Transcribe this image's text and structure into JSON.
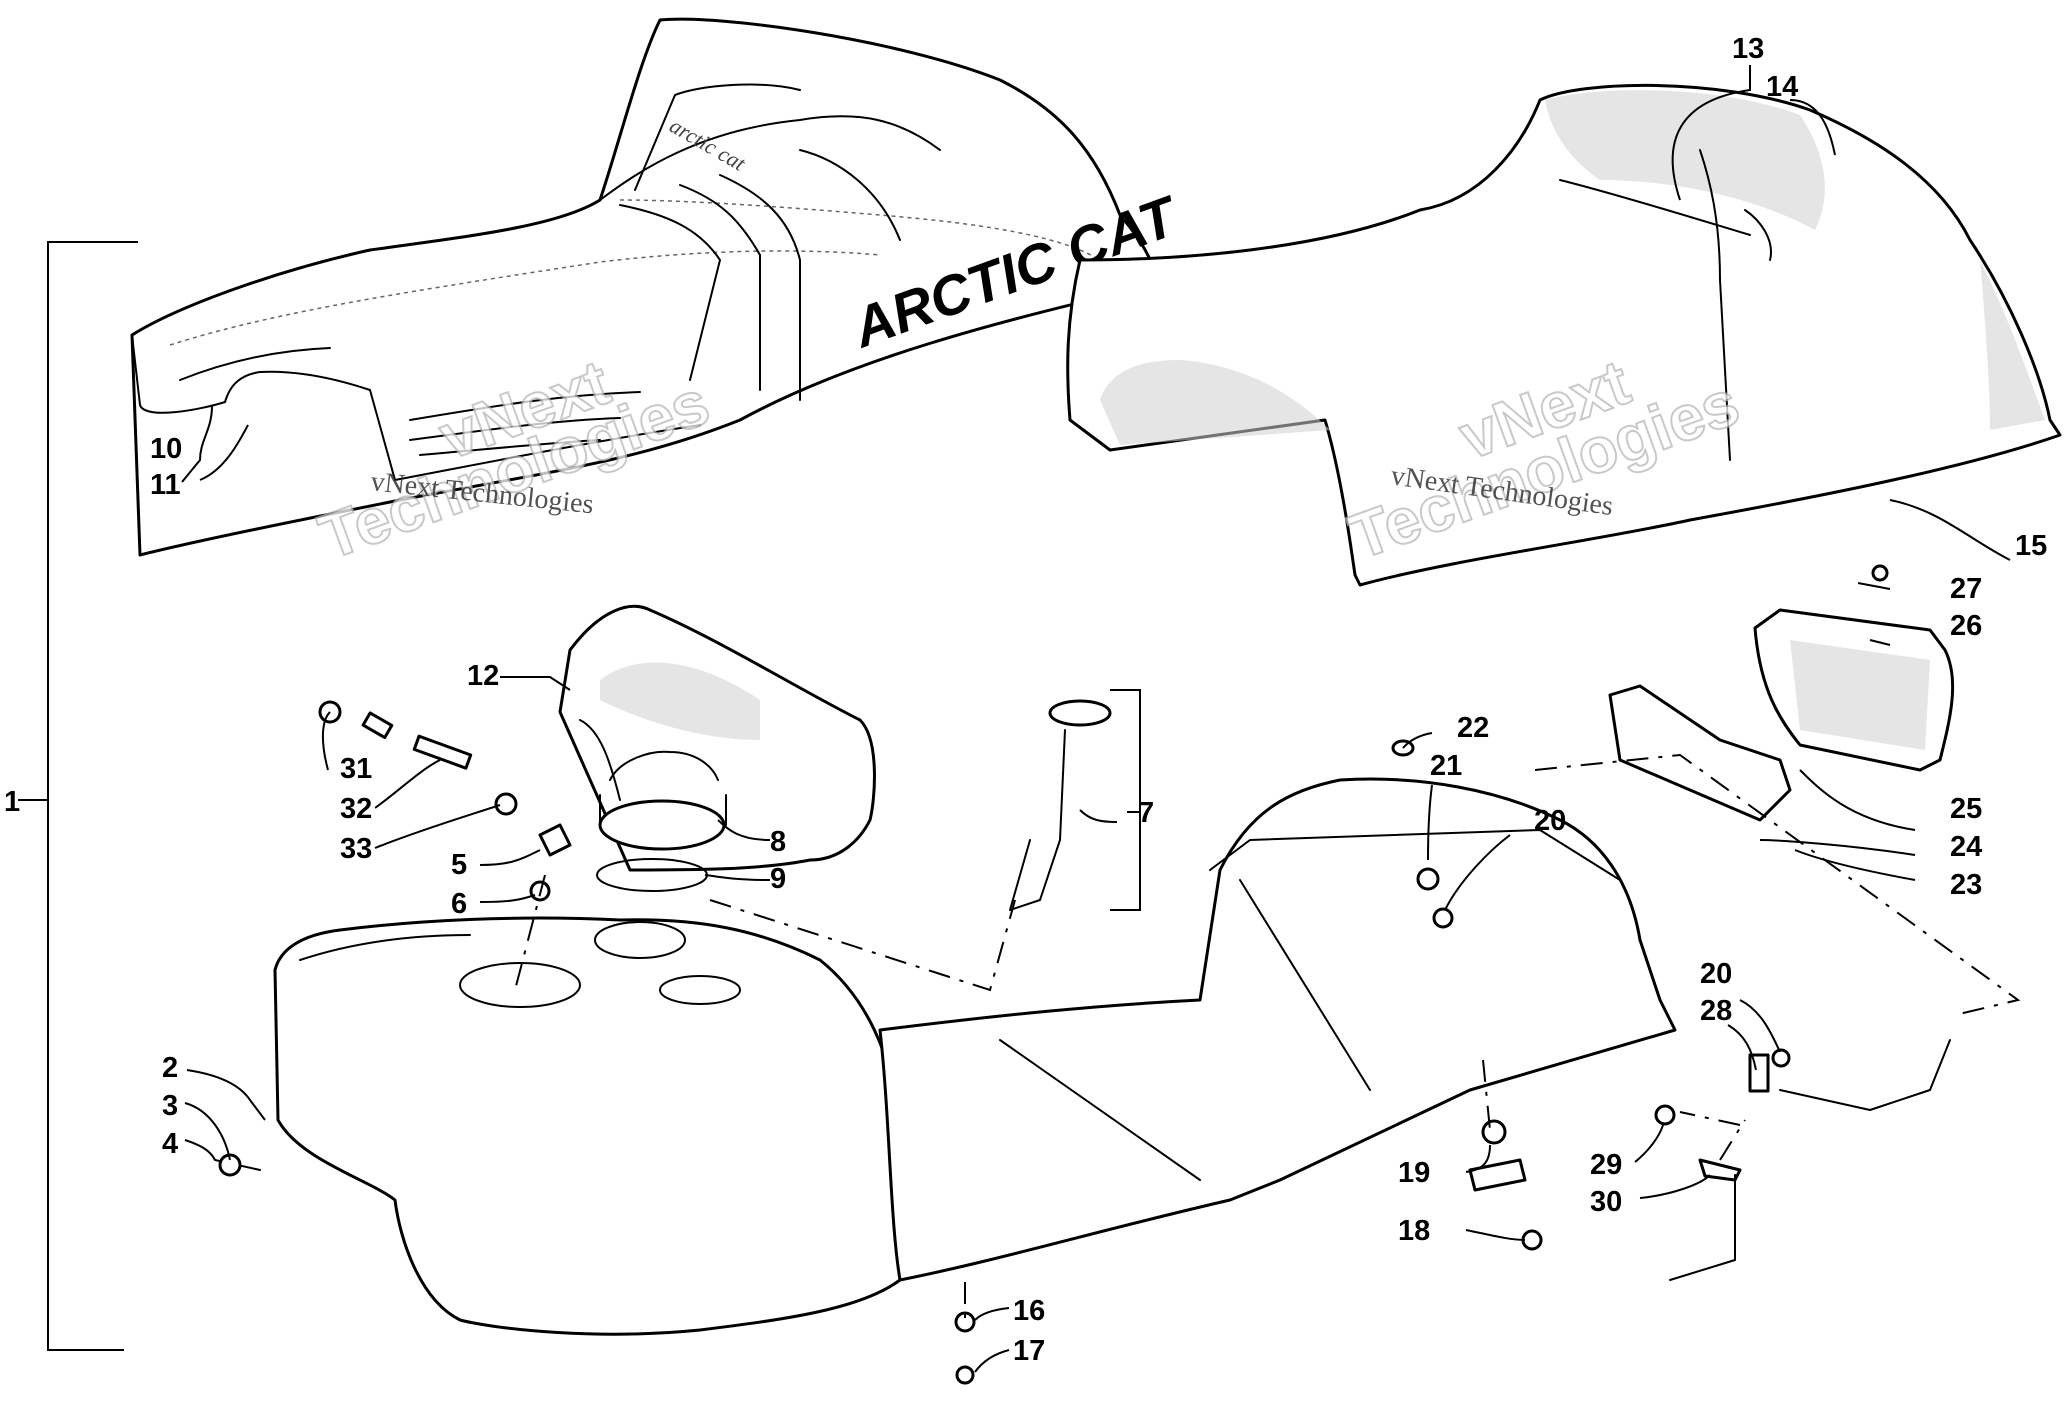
{
  "brand": {
    "main_logo": "ARCTIC CAT",
    "stitched_logo": "arctic cat"
  },
  "watermark": {
    "line_vnext": "vNext",
    "line_technologies": "Technologies",
    "line_full": "vNext Technologies"
  },
  "callouts": [
    {
      "id": "1",
      "label": "1"
    },
    {
      "id": "2",
      "label": "2"
    },
    {
      "id": "3",
      "label": "3"
    },
    {
      "id": "4",
      "label": "4"
    },
    {
      "id": "5",
      "label": "5"
    },
    {
      "id": "6",
      "label": "6"
    },
    {
      "id": "7",
      "label": "7"
    },
    {
      "id": "8",
      "label": "8"
    },
    {
      "id": "9",
      "label": "9"
    },
    {
      "id": "10",
      "label": "10"
    },
    {
      "id": "11",
      "label": "11"
    },
    {
      "id": "12",
      "label": "12"
    },
    {
      "id": "13",
      "label": "13"
    },
    {
      "id": "14",
      "label": "14"
    },
    {
      "id": "15",
      "label": "15"
    },
    {
      "id": "16",
      "label": "16"
    },
    {
      "id": "17",
      "label": "17"
    },
    {
      "id": "18",
      "label": "18"
    },
    {
      "id": "19",
      "label": "19"
    },
    {
      "id": "20a",
      "label": "20"
    },
    {
      "id": "20b",
      "label": "20"
    },
    {
      "id": "21",
      "label": "21"
    },
    {
      "id": "22",
      "label": "22"
    },
    {
      "id": "23",
      "label": "23"
    },
    {
      "id": "24",
      "label": "24"
    },
    {
      "id": "25",
      "label": "25"
    },
    {
      "id": "26",
      "label": "26"
    },
    {
      "id": "27",
      "label": "27"
    },
    {
      "id": "28",
      "label": "28"
    },
    {
      "id": "29",
      "label": "29"
    },
    {
      "id": "30",
      "label": "30"
    },
    {
      "id": "31",
      "label": "31"
    },
    {
      "id": "32",
      "label": "32"
    },
    {
      "id": "33",
      "label": "33"
    }
  ]
}
